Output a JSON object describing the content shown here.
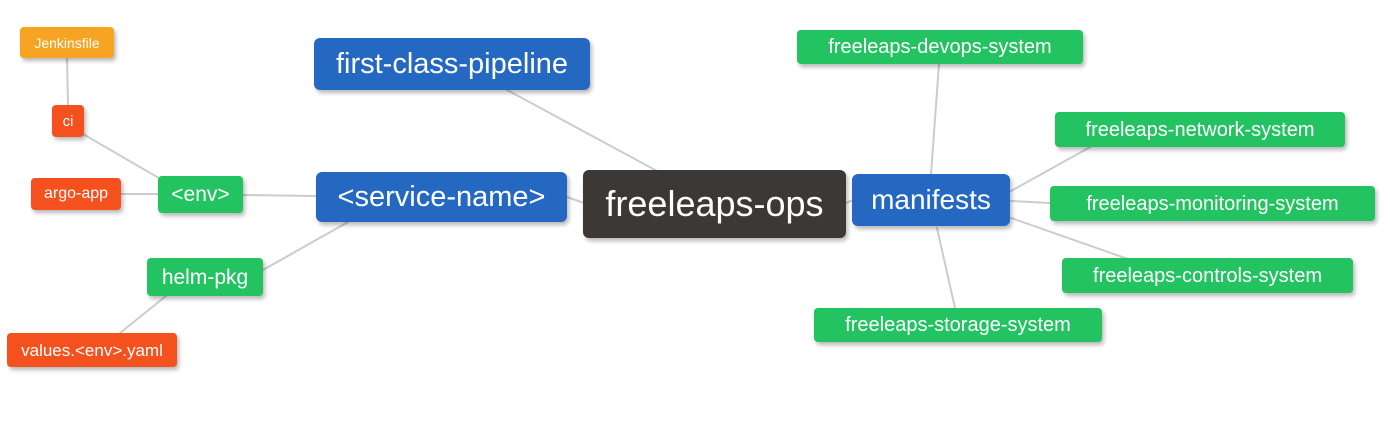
{
  "diagram": {
    "type": "mindmap",
    "root_label": "freeleaps-ops",
    "palette": {
      "root": "#3b3836",
      "blue": "#2468c2",
      "green": "#23c361",
      "red": "#f4511e",
      "orange": "#f7a423",
      "edge": "#cccccc",
      "text": "#ffffff",
      "background": "#ffffff"
    },
    "nodes": [
      {
        "id": "freeleaps-ops",
        "label": "freeleaps-ops",
        "color": "root",
        "level": 0
      },
      {
        "id": "first-class-pipeline",
        "label": "first-class-pipeline",
        "color": "blue",
        "level": 1
      },
      {
        "id": "service-name",
        "label": "<service-name>",
        "color": "blue",
        "level": 1
      },
      {
        "id": "manifests",
        "label": "manifests",
        "color": "blue",
        "level": 1
      },
      {
        "id": "env",
        "label": "<env>",
        "color": "green",
        "level": 2
      },
      {
        "id": "helm-pkg",
        "label": "helm-pkg",
        "color": "green",
        "level": 2
      },
      {
        "id": "ci",
        "label": "ci",
        "color": "red",
        "level": 3
      },
      {
        "id": "argo-app",
        "label": "argo-app",
        "color": "red",
        "level": 3
      },
      {
        "id": "jenkinsfile",
        "label": "Jenkinsfile",
        "color": "orange",
        "level": 4
      },
      {
        "id": "values-env-yaml",
        "label": "values.<env>.yaml",
        "color": "red",
        "level": 3
      },
      {
        "id": "freeleaps-devops-system",
        "label": "freeleaps-devops-system",
        "color": "green",
        "level": 2
      },
      {
        "id": "freeleaps-network-system",
        "label": "freeleaps-network-system",
        "color": "green",
        "level": 2
      },
      {
        "id": "freeleaps-monitoring-system",
        "label": "freeleaps-monitoring-system",
        "color": "green",
        "level": 2
      },
      {
        "id": "freeleaps-controls-system",
        "label": "freeleaps-controls-system",
        "color": "green",
        "level": 2
      },
      {
        "id": "freeleaps-storage-system",
        "label": "freeleaps-storage-system",
        "color": "green",
        "level": 2
      }
    ],
    "edges": [
      [
        "jenkinsfile",
        "ci"
      ],
      [
        "ci",
        "env"
      ],
      [
        "argo-app",
        "env"
      ],
      [
        "env",
        "service-name"
      ],
      [
        "helm-pkg",
        "service-name"
      ],
      [
        "values-env-yaml",
        "helm-pkg"
      ],
      [
        "first-class-pipeline",
        "freeleaps-ops"
      ],
      [
        "service-name",
        "freeleaps-ops"
      ],
      [
        "freeleaps-ops",
        "manifests"
      ],
      [
        "manifests",
        "freeleaps-devops-system"
      ],
      [
        "manifests",
        "freeleaps-network-system"
      ],
      [
        "manifests",
        "freeleaps-monitoring-system"
      ],
      [
        "manifests",
        "freeleaps-controls-system"
      ],
      [
        "manifests",
        "freeleaps-storage-system"
      ]
    ]
  }
}
